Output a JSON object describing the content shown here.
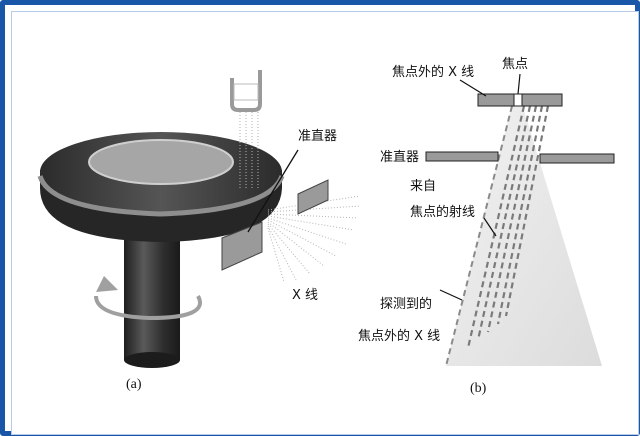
{
  "panel_a": {
    "caption": "(a)",
    "labels": {
      "collimator": "准直器",
      "xray": "X 线"
    }
  },
  "panel_b": {
    "caption": "(b)",
    "labels": {
      "offfocal_top": "焦点外的 X 线",
      "focal_spot": "焦点",
      "collimator": "准直器",
      "from_focus_line1": "来自",
      "from_focus_line2": "焦点的射线",
      "detected_line1": "探测到的",
      "detected_line2": "焦点外的 X 线"
    }
  },
  "colors": {
    "frame_border": "#1a56a8",
    "gantry": "#3a3a3a",
    "collimator_plate": "#9a9a9a",
    "beam": "#e4e4e4"
  }
}
